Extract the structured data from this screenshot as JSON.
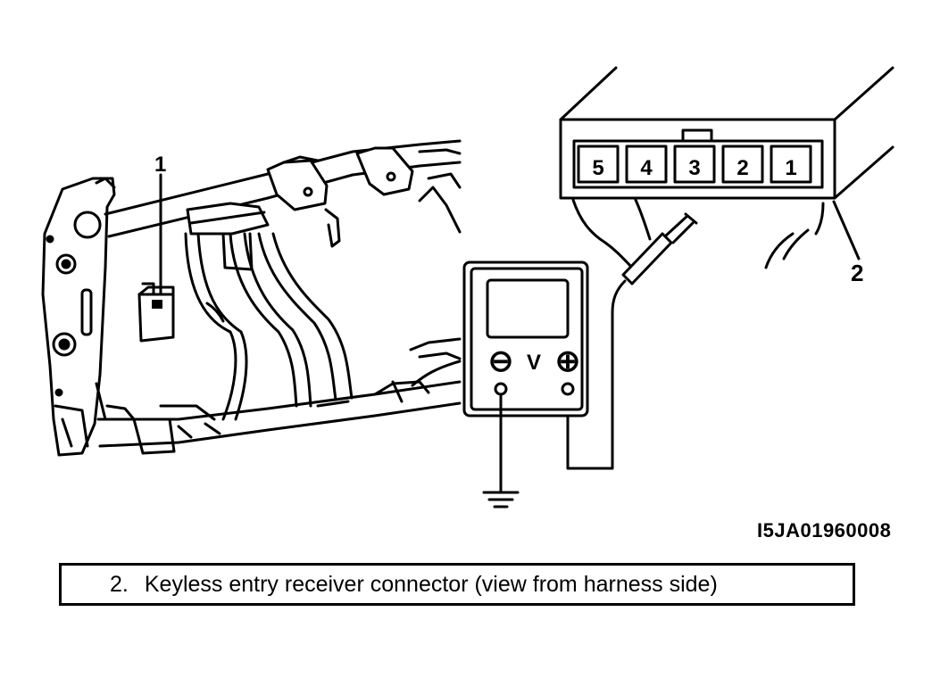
{
  "callouts": {
    "receiver": "1",
    "connector": "2"
  },
  "connector_pins": [
    "5",
    "4",
    "3",
    "2",
    "1"
  ],
  "meter": {
    "negative_symbol": "⊖",
    "mode": "V",
    "positive_symbol": "⊕"
  },
  "figure_code": "I5JA01960008",
  "legend": {
    "number": "2.",
    "text": "Keyless entry receiver connector (view from harness side)"
  }
}
